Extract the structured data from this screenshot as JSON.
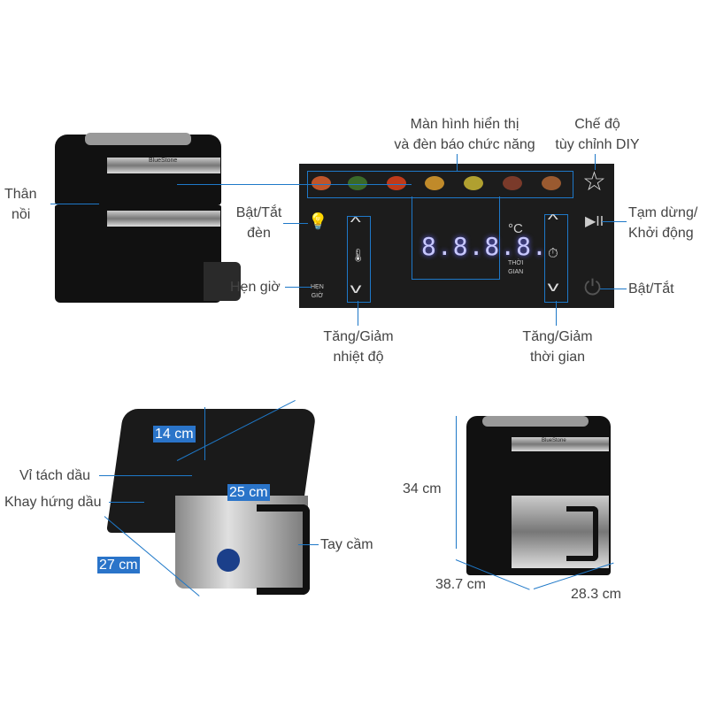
{
  "top_fryer": {
    "label": [
      "Thân",
      "nồi"
    ],
    "brand": "BlueStone"
  },
  "panel": {
    "display_label": [
      "Màn hình hiển thị",
      "và đèn báo chức năng"
    ],
    "diy_label": [
      "Chế độ",
      "tùy chỉnh DIY"
    ],
    "light_label": [
      "Bật/Tắt",
      "đèn"
    ],
    "timer_label": "Hẹn giờ",
    "timer_small": [
      "HẸN",
      "GIỜ"
    ],
    "pause_label": [
      "Tạm dừng/",
      "Khởi động"
    ],
    "power_label": "Bật/Tắt",
    "temp_adjust_label": [
      "Tăng/Giảm",
      "nhiệt độ"
    ],
    "time_adjust_label": [
      "Tăng/Giảm",
      "thời gian"
    ],
    "digits": "8.8.8.8.",
    "unit": "°C",
    "time_small": [
      "THỜI",
      "GIAN"
    ],
    "icons": {
      "star": "☆",
      "bulb": "💡",
      "play_pause": "▶II",
      "power": "⏻",
      "thermo": "🌡",
      "stopwatch": "⏱",
      "up": "^",
      "down": "v"
    }
  },
  "basket": {
    "height": "14 cm",
    "width": "25 cm",
    "length": "27 cm",
    "grill": "Vỉ tách dầu",
    "tray": "Khay hứng dầu",
    "handle": "Tay cầm"
  },
  "dims": {
    "height": "34 cm",
    "depth": "38.7 cm",
    "width": "28.3 cm",
    "brand": "BlueStone"
  },
  "colors": {
    "accent": "#1e78c8",
    "panel": "#1c1c1c"
  }
}
